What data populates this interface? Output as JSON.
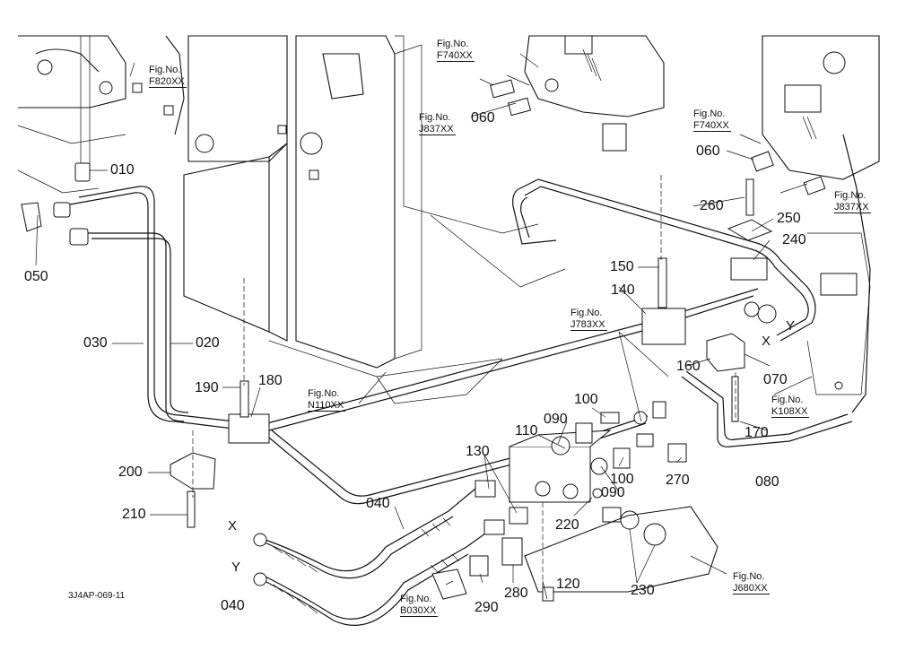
{
  "part_labels": [
    {
      "id": "p010",
      "text": "010"
    },
    {
      "id": "p020",
      "text": "020"
    },
    {
      "id": "p030",
      "text": "030"
    },
    {
      "id": "p040a",
      "text": "040"
    },
    {
      "id": "p040b",
      "text": "040"
    },
    {
      "id": "p050",
      "text": "050"
    },
    {
      "id": "p060a",
      "text": "060"
    },
    {
      "id": "p060b",
      "text": "060"
    },
    {
      "id": "p070",
      "text": "070"
    },
    {
      "id": "p080",
      "text": "080"
    },
    {
      "id": "p090a",
      "text": "090"
    },
    {
      "id": "p090b",
      "text": "090"
    },
    {
      "id": "p100a",
      "text": "100"
    },
    {
      "id": "p100b",
      "text": "100"
    },
    {
      "id": "p110",
      "text": "110"
    },
    {
      "id": "p120",
      "text": "120"
    },
    {
      "id": "p130",
      "text": "130"
    },
    {
      "id": "p140",
      "text": "140"
    },
    {
      "id": "p150",
      "text": "150"
    },
    {
      "id": "p160",
      "text": "160"
    },
    {
      "id": "p170",
      "text": "170"
    },
    {
      "id": "p180",
      "text": "180"
    },
    {
      "id": "p190",
      "text": "190"
    },
    {
      "id": "p200",
      "text": "200"
    },
    {
      "id": "p210",
      "text": "210"
    },
    {
      "id": "p220",
      "text": "220"
    },
    {
      "id": "p230",
      "text": "230"
    },
    {
      "id": "p240",
      "text": "240"
    },
    {
      "id": "p250",
      "text": "250"
    },
    {
      "id": "p260",
      "text": "260"
    },
    {
      "id": "p270",
      "text": "270"
    },
    {
      "id": "p280",
      "text": "280"
    },
    {
      "id": "p290",
      "text": "290"
    }
  ],
  "figure_refs": [
    {
      "id": "f820",
      "label": "Fig.No.",
      "code": "F820XX"
    },
    {
      "id": "f740a",
      "label": "Fig.No.",
      "code": "F740XX"
    },
    {
      "id": "j837a",
      "label": "Fig.No.",
      "code": "J837XX"
    },
    {
      "id": "f740b",
      "label": "Fig.No.",
      "code": "F740XX"
    },
    {
      "id": "j837b",
      "label": "Fig.No.",
      "code": "J837XX"
    },
    {
      "id": "j783",
      "label": "Fig.No.",
      "code": "J783XX"
    },
    {
      "id": "k108",
      "label": "Fig.No.",
      "code": "K108XX"
    },
    {
      "id": "n110",
      "label": "Fig.No.",
      "code": "N110XX"
    },
    {
      "id": "b030",
      "label": "Fig.No.",
      "code": "B030XX"
    },
    {
      "id": "j680",
      "label": "Fig.No.",
      "code": "J680XX"
    }
  ],
  "connection_marks": {
    "x1": "X",
    "y1": "Y",
    "x2": "X",
    "y2": "Y"
  },
  "drawing_id": "3J4AP-069-11"
}
